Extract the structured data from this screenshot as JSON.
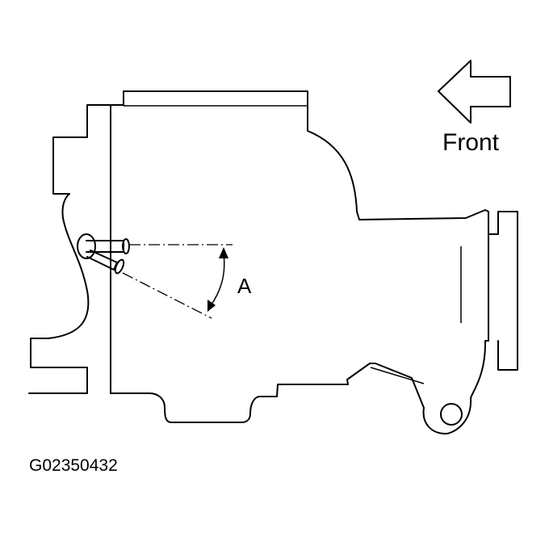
{
  "diagram": {
    "direction_label": "Front",
    "angle_label": "A",
    "figure_code": "G02350432",
    "colors": {
      "line": "#000000",
      "background": "#ffffff"
    }
  }
}
